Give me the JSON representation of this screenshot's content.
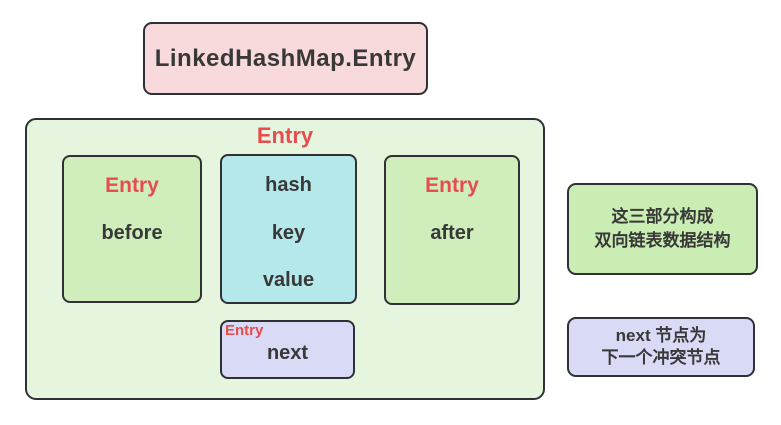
{
  "pink_box": {
    "label": "LinkedHashMap.Entry"
  },
  "entry_container": {
    "title": "Entry"
  },
  "before_box": {
    "title": "Entry",
    "field": "before"
  },
  "data_box": {
    "hash": "hash",
    "key": "key",
    "value": "value"
  },
  "after_box": {
    "title": "Entry",
    "field": "after"
  },
  "next_box": {
    "title": "Entry",
    "field": "next"
  },
  "note_green": {
    "line1": "这三部分构成",
    "line2": "双向链表数据结构"
  },
  "note_purple": {
    "line1": "next 节点为",
    "line2": "下一个冲突节点"
  },
  "colors": {
    "pink": "#f9dadc",
    "outer_green": "#e5f5de",
    "inner_green": "#cfeebb",
    "cyan": "#b4e8ea",
    "lavender": "#d8daf6",
    "note_green": "#c9edb2",
    "border": "#2f3136",
    "red_label": "#e74c4e",
    "text": "#383838"
  }
}
